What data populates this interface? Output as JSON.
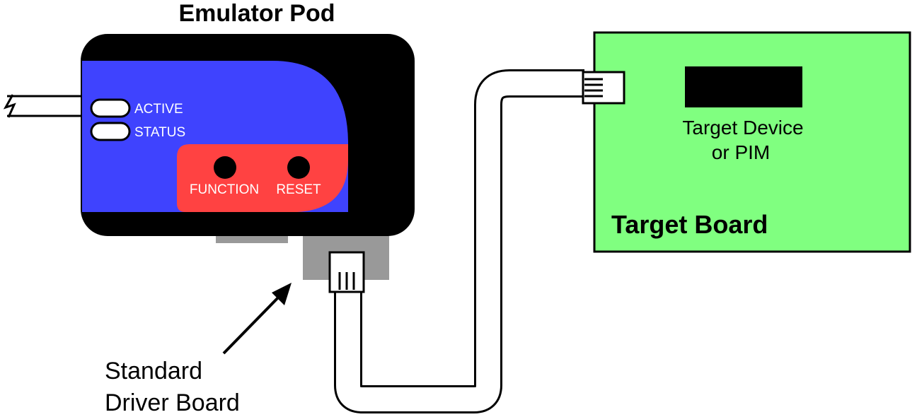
{
  "title": "Emulator Pod",
  "pod": {
    "led_active_label": "ACTIVE",
    "led_status_label": "STATUS",
    "function_button_label": "FUNCTION",
    "reset_button_label": "RESET"
  },
  "target": {
    "device_label_line1": "Target Device",
    "device_label_line2": "or PIM",
    "board_label": "Target Board"
  },
  "driver_board": {
    "label_line1": "Standard",
    "label_line2": "Driver Board"
  },
  "colors": {
    "pod_body": "#000000",
    "pod_panel_blue": "#3f43fe",
    "pod_panel_red": "#ff4242",
    "target_board_green": "#80ff80",
    "connector_gray": "#999999"
  }
}
